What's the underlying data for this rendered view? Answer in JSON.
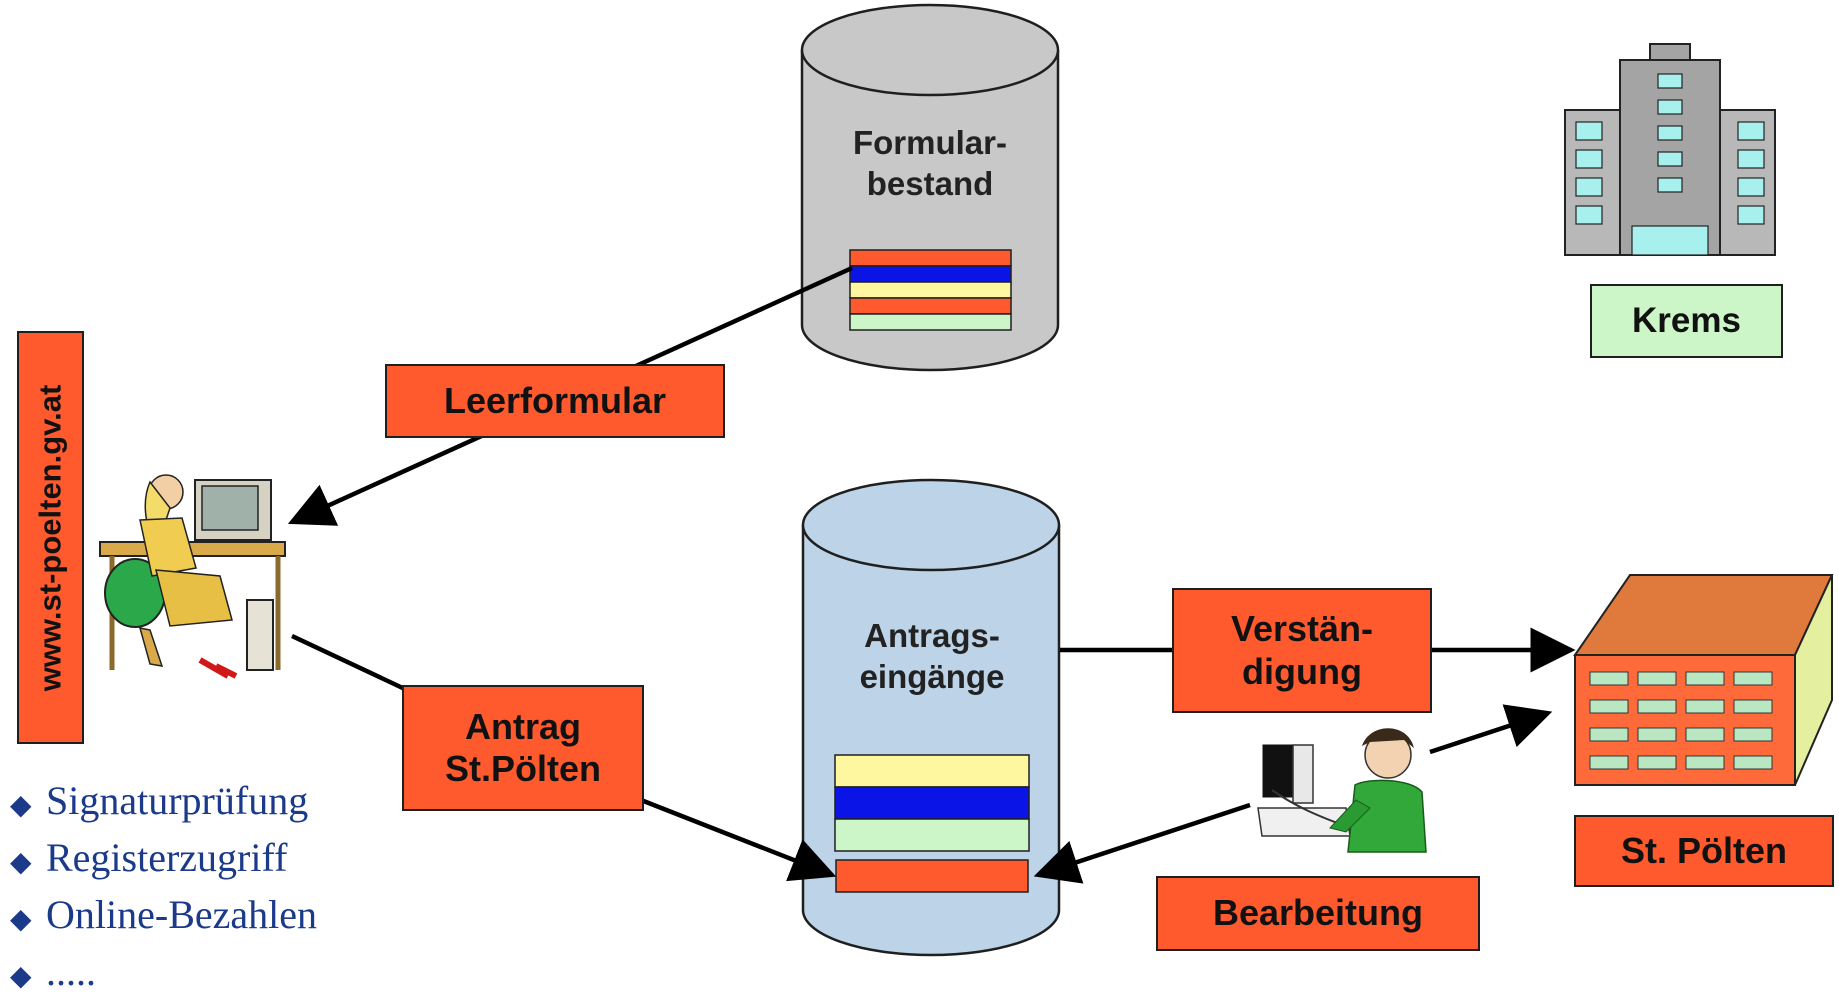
{
  "website": "www.st-poelten.gv.at",
  "databases": {
    "form_store": "Formular-\nbestand",
    "application_inbox": "Antrags-\neingänge"
  },
  "labels": {
    "blank_form": "Leerformular",
    "application": "Antrag\nSt.Pölten",
    "notification": "Verstän-\ndigung",
    "processing": "Bearbeitung"
  },
  "locations": {
    "krems": "Krems",
    "st_poelten": "St. Pölten"
  },
  "features": [
    "Signaturprüfung",
    "Registerzugriff",
    "Online-Bezahlen",
    "....."
  ],
  "colors": {
    "label_orange": "#ff5a2e",
    "label_green": "#ccf5c8",
    "form_store_cylinder": "#c8c8c8",
    "inbox_cylinder": "#bcd3e8",
    "bullet_text": "#1b3a8a"
  }
}
